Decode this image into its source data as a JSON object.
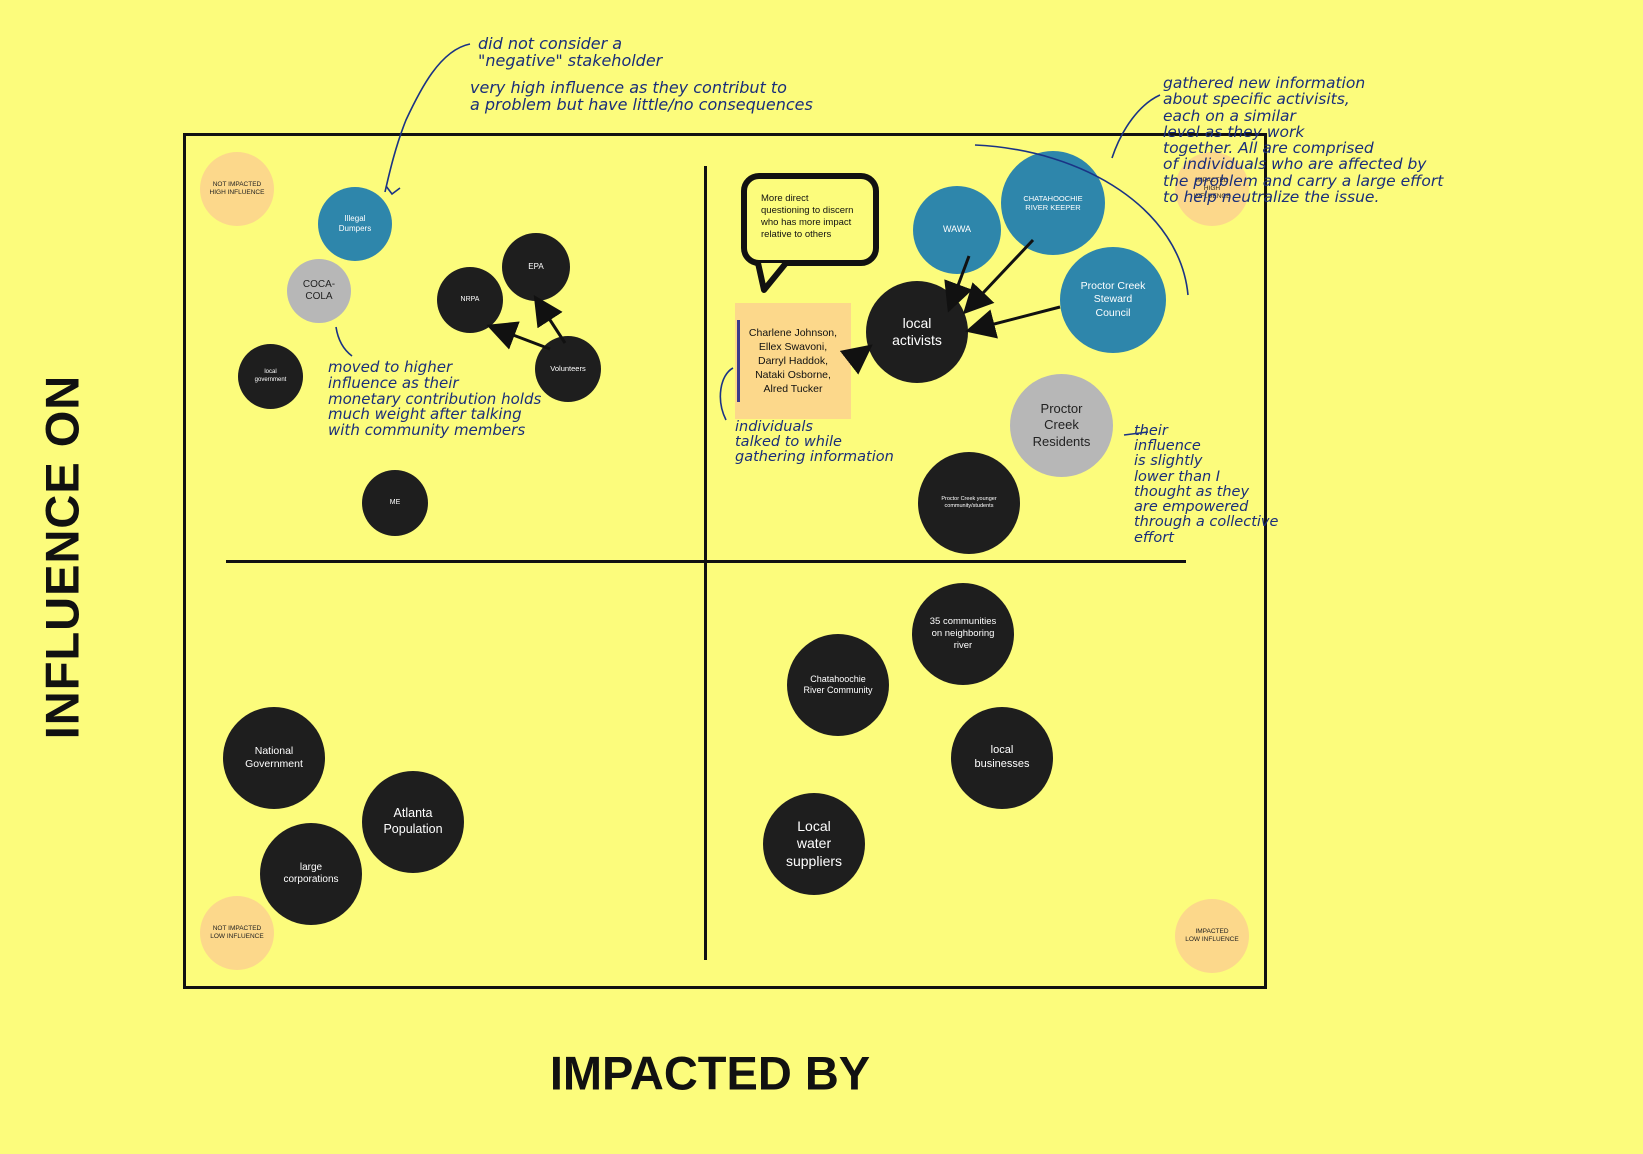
{
  "axes": {
    "y_label": "INFLUENCE ON",
    "x_label": "IMPACTED BY"
  },
  "quadrant_markers": {
    "top_left": "NOT IMPACTED\nHIGH INFLUENCE",
    "top_right": "IMPACTED\nHIGH\nINFLUENCE",
    "bottom_left": "NOT IMPACTED\nLOW INFLUENCE",
    "bottom_right": "IMPACTED\nLOW INFLUENCE"
  },
  "stakeholders": {
    "illegal_dumpers": "Illegal\nDumpers",
    "coca_cola": "COCA-\nCOLA",
    "epa": "EPA",
    "nrpa": "NRPA",
    "volunteers": "Volunteers",
    "local_government": "local\ngovernment",
    "me": "ME",
    "wawa": "WAWA",
    "chattahoochie_river_keeper": "CHATAHOOCHIE\nRIVER KEEPER",
    "proctor_creek_steward_council": "Proctor Creek\nSteward\nCouncil",
    "local_activists": "local\nactivists",
    "proctor_creek_residents": "Proctor\nCreek\nResidents",
    "proctor_creek_younger": "Proctor Creek younger\ncommunity/students",
    "communities_35": "35 communities\non neighboring\nriver",
    "chattahoochie_river_community": "Chatahoochie\nRiver Community",
    "local_businesses": "local\nbusinesses",
    "local_water_suppliers": "Local\nwater\nsuppliers",
    "national_government": "National\nGovernment",
    "atlanta_population": "Atlanta\nPopulation",
    "large_corporations": "large\ncorporations"
  },
  "speech_bubble": "More direct questioning to discern who has more impact relative to others",
  "sticky_note": "Charlene Johnson,\nEllex Swavoni,\nDarryl Haddok,\nNataki Osborne,\nAlred Tucker",
  "annotations": {
    "negative_stakeholder": "did not consider  a\n\"negative\" stakeholder",
    "high_influence": "very high influence as they contribut to\na problem but have little/no consequences",
    "new_info": "gathered new information\nabout specific activisits,\n          each on a similar\n          level as they work\n          together. All are comprised\n          of individuals who are affected by\n          the problem and carry a large effort\n          to help neutralize the issue.",
    "moved_higher": "moved to higher\ninfluence as their\nmonetary contribution holds\nmuch weight after talking\nwith community members",
    "individuals": "individuals\ntalked to while\ngathering information",
    "residents_influence": "their\ninfluence\nis slightly\nlower than I\nthought as they\nare empowered\nthrough a collective\neffort"
  },
  "colors": {
    "background": "#fcfc7c",
    "stakeholder_dark": "#1e1e1e",
    "stakeholder_blue": "#2e86ab",
    "stakeholder_grey": "#b7b7b7",
    "quadrant_marker": "#fcd88b",
    "handwriting": "#1a2e7a"
  }
}
